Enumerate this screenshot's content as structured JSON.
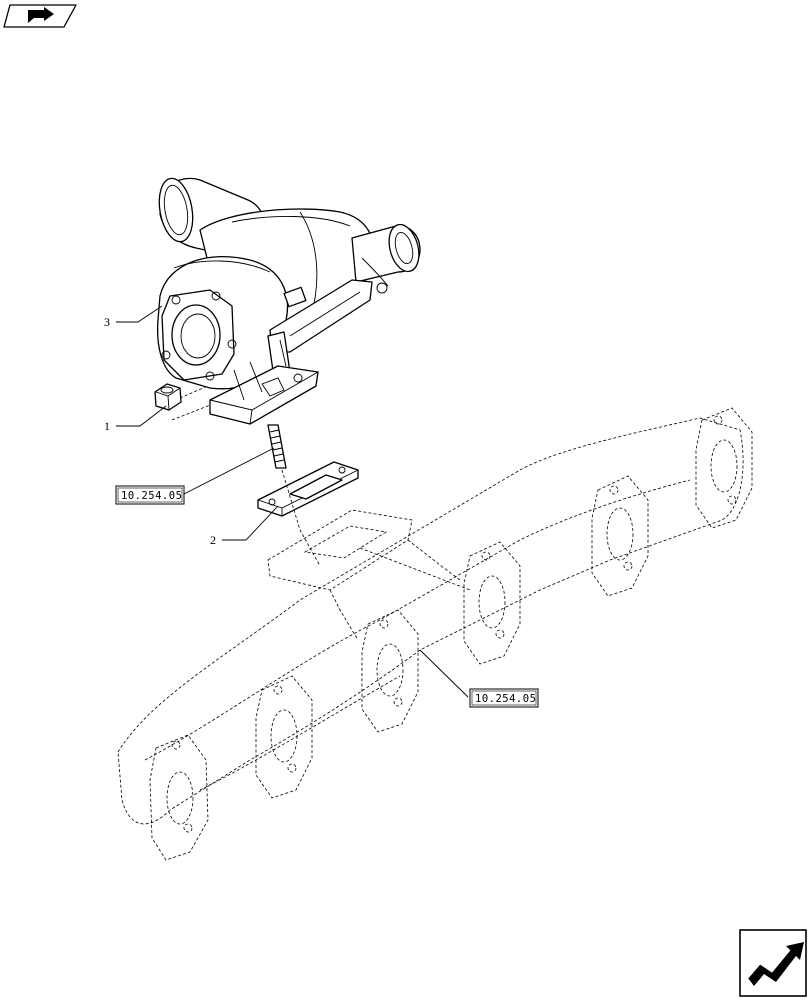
{
  "diagram": {
    "callouts": [
      {
        "id": "c1",
        "label": "1"
      },
      {
        "id": "c2",
        "label": "2"
      },
      {
        "id": "c3",
        "label": "3"
      }
    ],
    "references": [
      {
        "id": "ref-a",
        "label": "10.254.05"
      },
      {
        "id": "ref-b",
        "label": "10.254.05"
      }
    ],
    "icons": {
      "top_left": "prev-page-arrow-icon",
      "bottom_right": "next-page-arrow-icon"
    },
    "colors": {
      "ink": "#000000",
      "paper": "#ffffff"
    }
  }
}
